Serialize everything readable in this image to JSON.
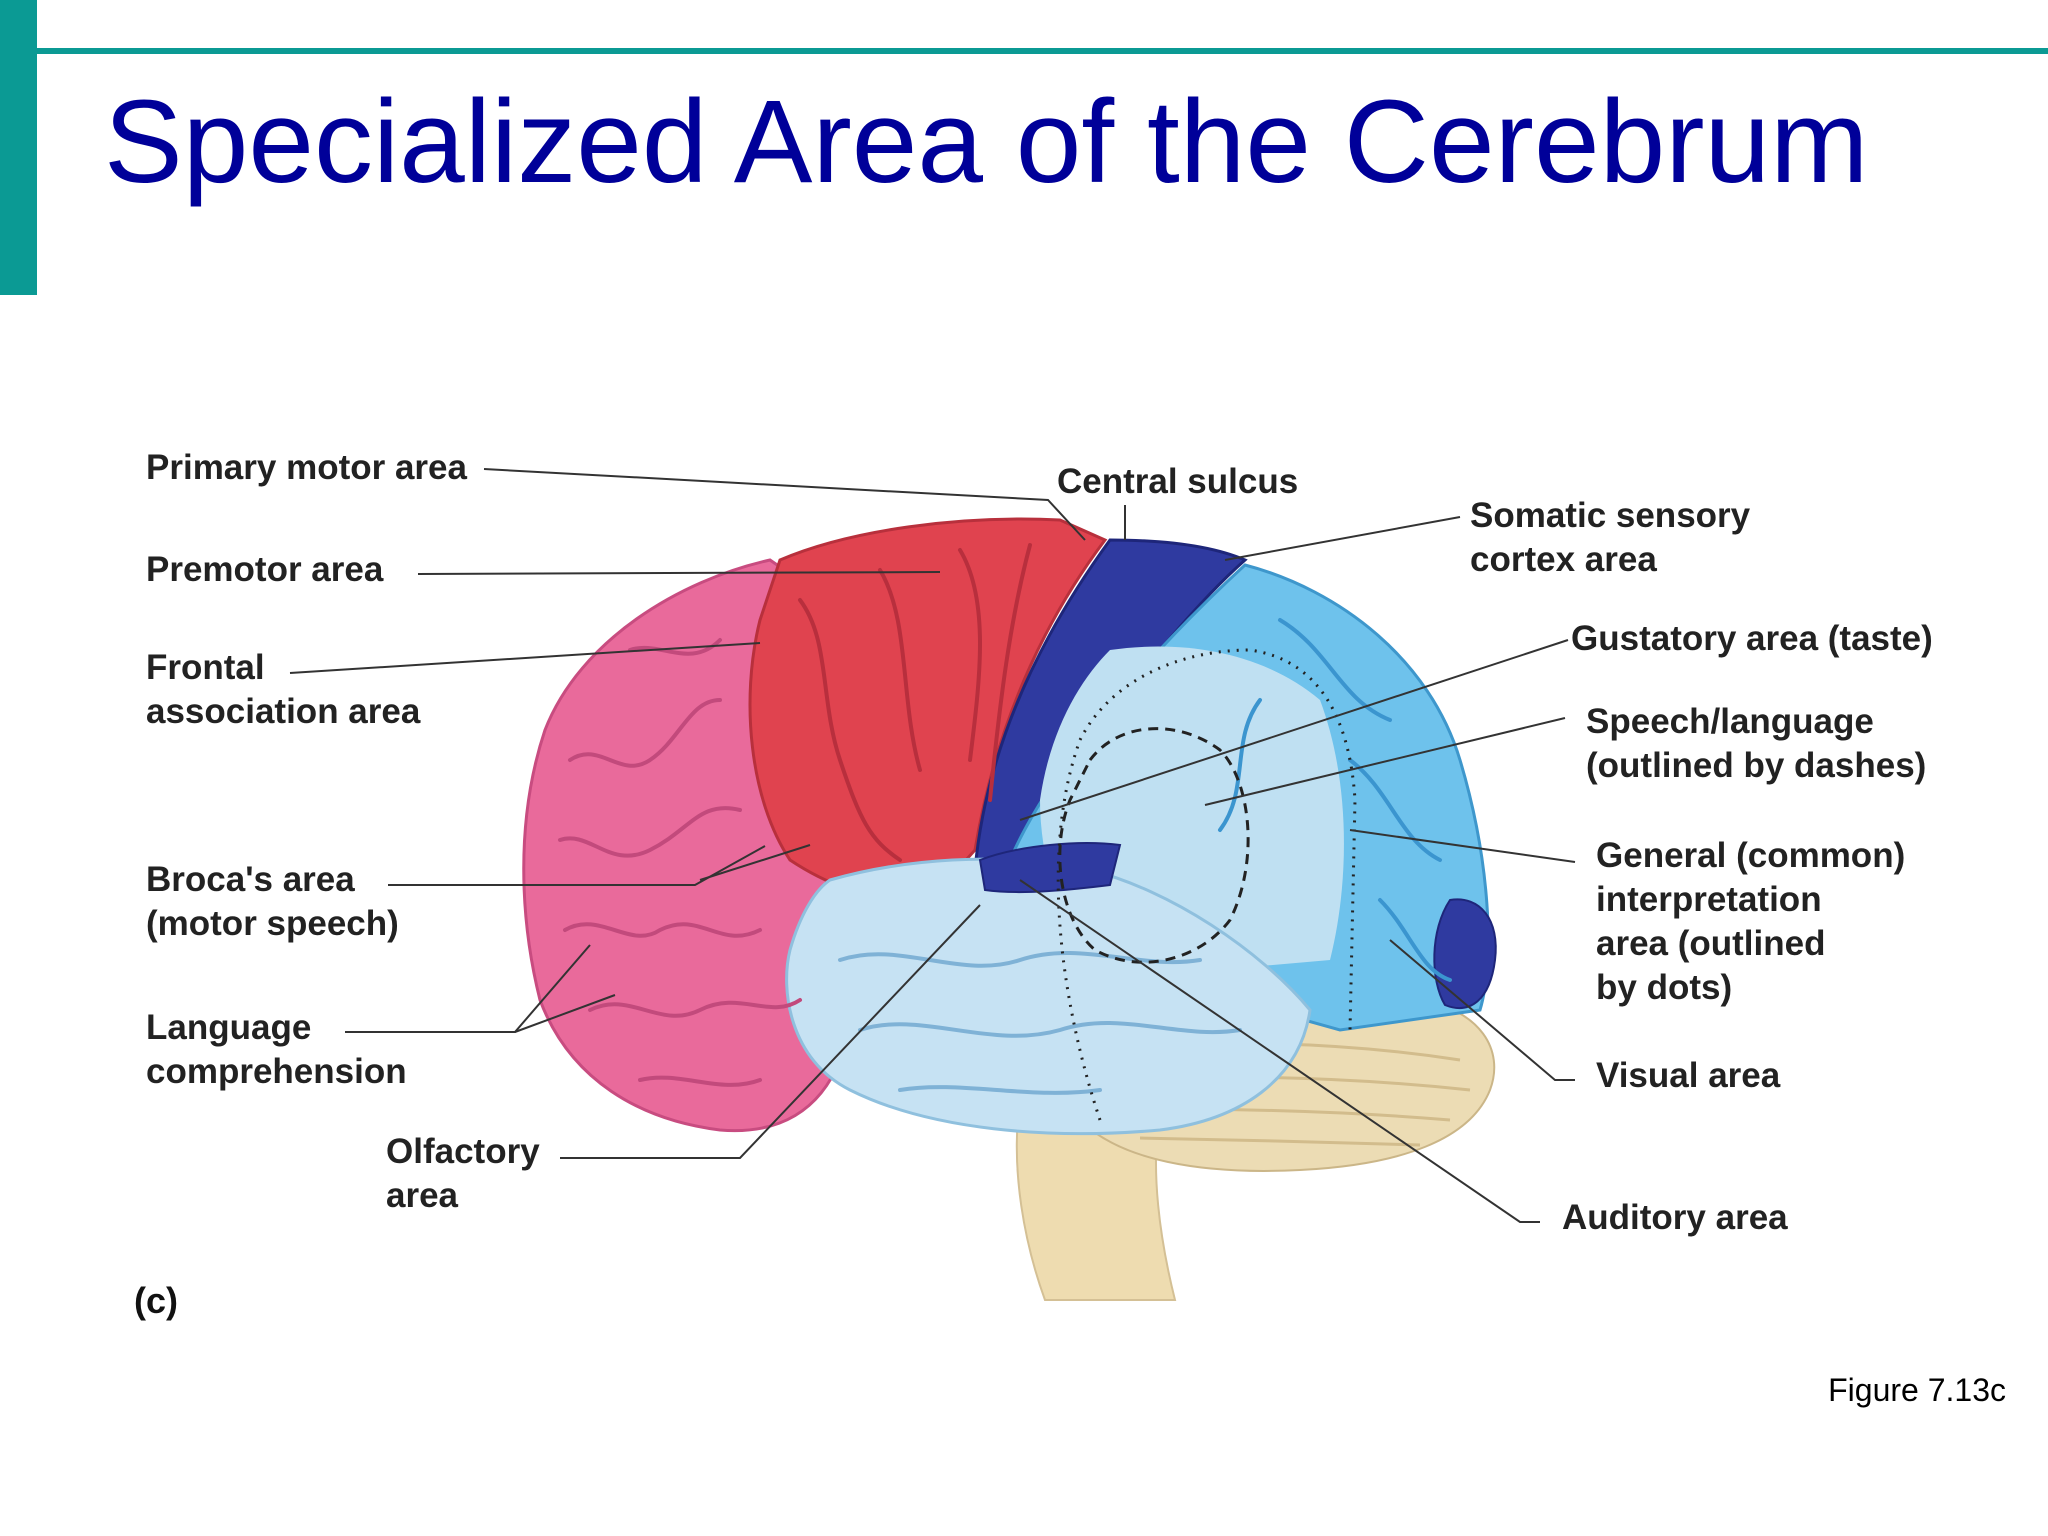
{
  "slide": {
    "title": "Specialized Area of the Cerebrum",
    "caption": "Figure 7.13c",
    "panel_letter": "(c)"
  },
  "labels": {
    "primary_motor": "Primary motor area",
    "central_sulcus": "Central sulcus",
    "somatic_sensory_1": "Somatic sensory",
    "somatic_sensory_2": "cortex area",
    "premotor": "Premotor area",
    "gustatory": "Gustatory area (taste)",
    "frontal_assoc_1": "Frontal",
    "frontal_assoc_2": "association area",
    "speech_1": "Speech/language",
    "speech_2": "(outlined by dashes)",
    "general_1": "General (common)",
    "general_2": "interpretation",
    "general_3": "area (outlined",
    "general_4": "by dots)",
    "broca_1": "Broca's area",
    "broca_2": "(motor speech)",
    "language_1": "Language",
    "language_2": "comprehension",
    "visual": "Visual area",
    "olfactory_1": "Olfactory",
    "olfactory_2": "area",
    "auditory": "Auditory area"
  },
  "colors": {
    "accent": "#0b9a94",
    "title": "#000099",
    "frontal_pink": "#e96a9b",
    "motor_red": "#e0434f",
    "sensory_navy": "#2f3aa0",
    "parietal_blue": "#6ec2ec",
    "temporal_lightblue": "#c6e2f3",
    "cerebellum": "#ecdcb4"
  }
}
